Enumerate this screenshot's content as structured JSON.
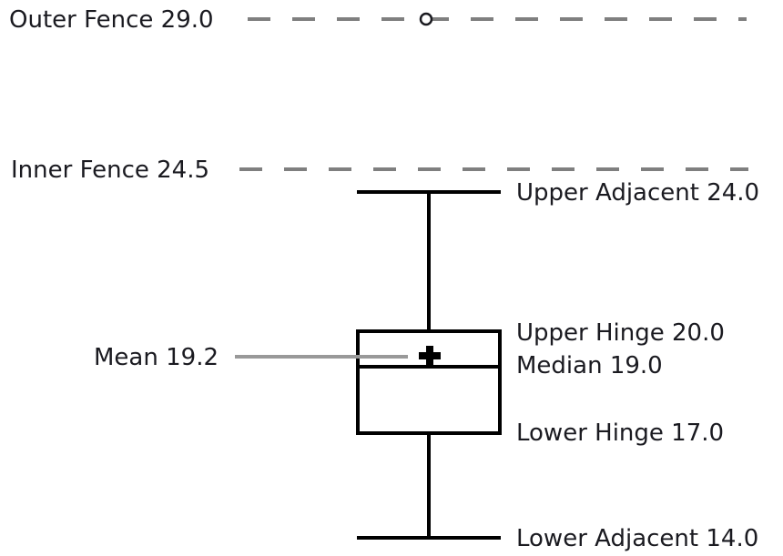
{
  "chart_data": {
    "type": "boxplot",
    "orientation": "vertical",
    "statistics": {
      "outer_fence": 29.0,
      "inner_fence": 24.5,
      "upper_adjacent": 24.0,
      "upper_hinge": 20.0,
      "mean": 19.2,
      "median": 19.0,
      "lower_hinge": 17.0,
      "lower_adjacent": 14.0
    },
    "outliers": [
      29.0
    ],
    "value_axis_range": [
      14.0,
      29.0
    ],
    "grid": false,
    "legend": false,
    "labels": {
      "outer_fence": "Outer Fence 29.0",
      "inner_fence": "Inner Fence 24.5",
      "upper_adjacent": "Upper Adjacent 24.0",
      "upper_hinge": "Upper Hinge 20.0",
      "median": "Median 19.0",
      "mean": "Mean 19.2",
      "lower_hinge": "Lower Hinge 17.0",
      "lower_adjacent": "Lower Adjacent 14.0"
    },
    "markers": {
      "outlier": "open-circle",
      "mean": "plus"
    }
  },
  "colors": {
    "text": "#1a1a20",
    "fence_dash": "#7f7f7f",
    "mean_leader": "#999999",
    "box_stroke": "#000000",
    "background": "#ffffff"
  }
}
